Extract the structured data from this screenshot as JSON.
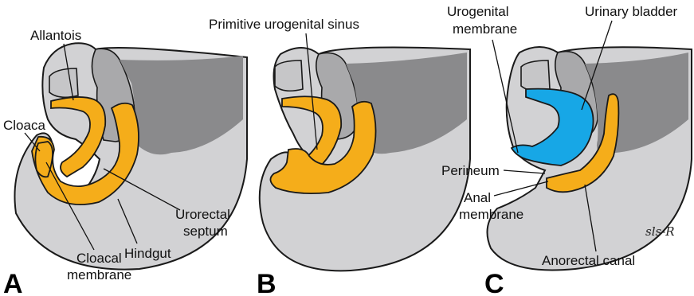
{
  "panels": [
    {
      "letter": "A",
      "labels": {
        "allantois": "Allantois",
        "cloaca": "Cloaca",
        "urorectal_1": "Urorectal",
        "urorectal_2": "septum",
        "cloacal_1": "Cloacal",
        "cloacal_2": "membrane",
        "hindgut": "Hindgut"
      }
    },
    {
      "letter": "B",
      "labels": {
        "sinus": "Primitive urogenital sinus"
      }
    },
    {
      "letter": "C",
      "labels": {
        "urogenital_1": "Urogenital",
        "urogenital_2": "membrane",
        "bladder": "Urinary bladder",
        "perineum": "Perineum",
        "anal_1": "Anal",
        "anal_2": "membrane",
        "anorectal": "Anorectal canal"
      }
    }
  ],
  "signature": "sls-R",
  "colors": {
    "structure": "#f5ad1a",
    "bladder": "#17a7e6",
    "embryo": "#d2d2d4"
  }
}
